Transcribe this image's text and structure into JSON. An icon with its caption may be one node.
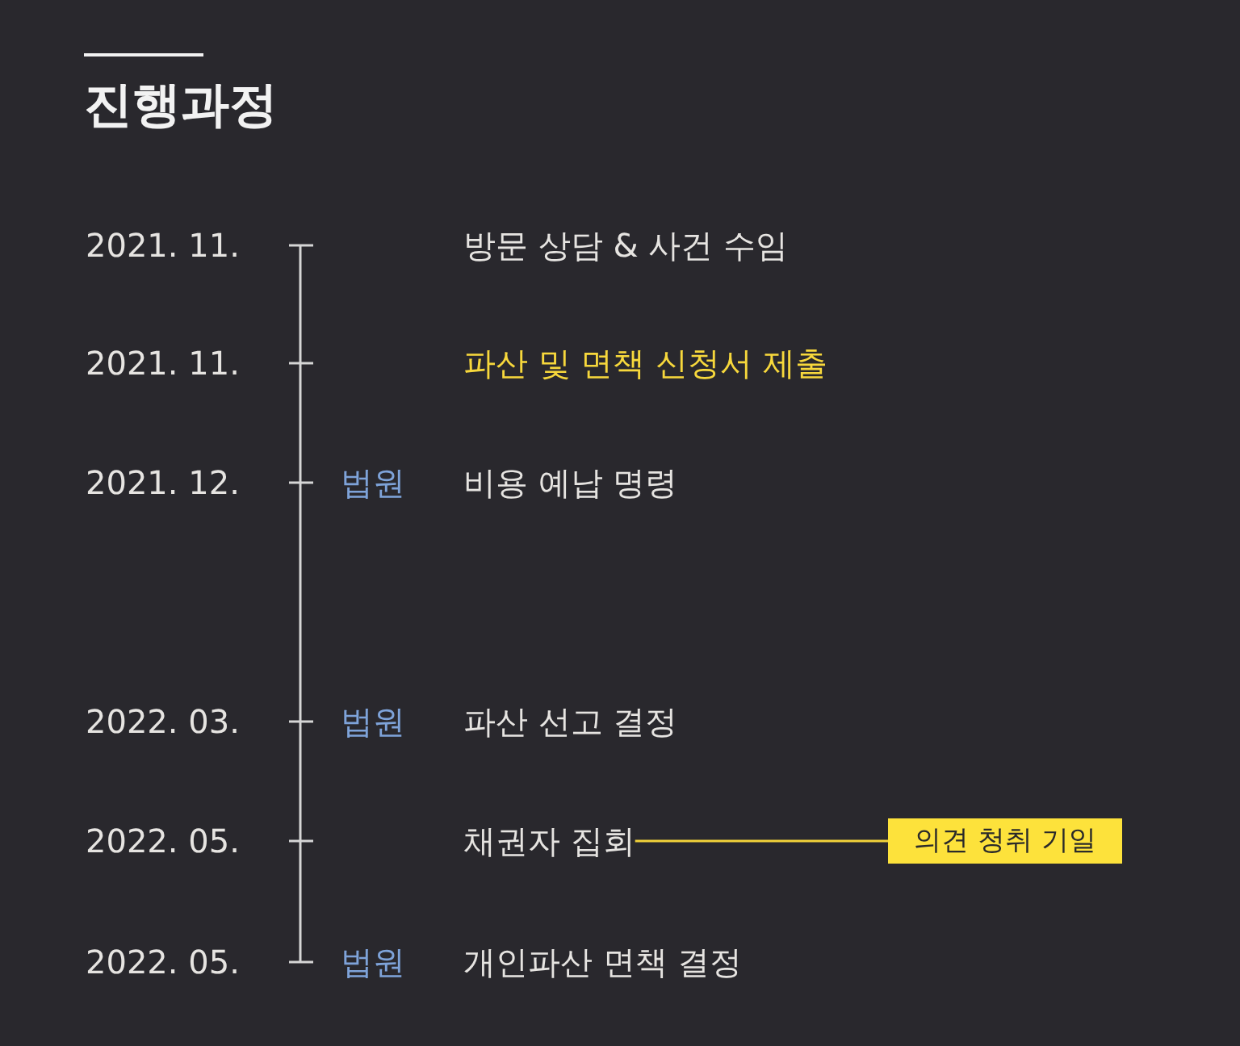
{
  "diagram": {
    "title": "진행과정",
    "nodes": [
      {
        "text": [
          "채권자 집회"
        ]
      },
      {
        "text": [
          "의견 청취 기일"
        ]
      }
    ],
    "edges": [
      {
        "from": 0,
        "to": 1,
        "arrow": "none"
      }
    ],
    "labels": [
      "2021. 11.",
      "방문 상담 & 사건 수임",
      "2021. 11.",
      "파산 및 면책 신청서 제출",
      "2021. 12.",
      "법원",
      "비용 예납 명령",
      "2022. 03.",
      "법원",
      "파산 선고 결정",
      "2022. 05.",
      "2022. 05.",
      "법원",
      "개인파산 면책 결정"
    ]
  }
}
